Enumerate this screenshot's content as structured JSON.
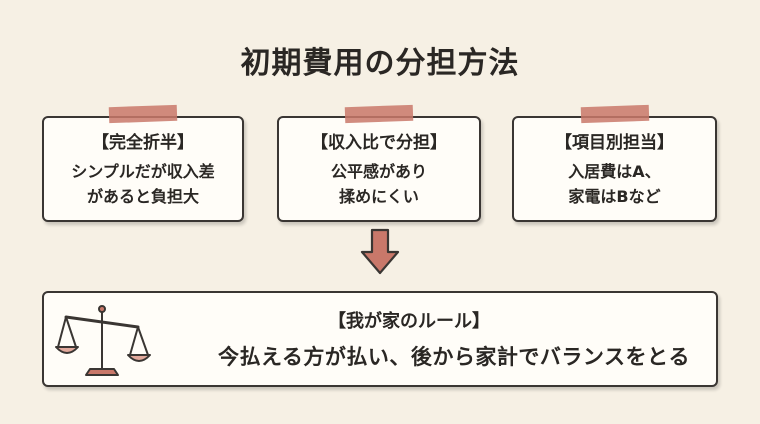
{
  "title": "初期費用の分担方法",
  "cards": [
    {
      "title": "【完全折半】",
      "lines": [
        "シンプルだが収入差",
        "があると負担大"
      ]
    },
    {
      "title": "【収入比で分担】",
      "lines": [
        "公平感があり",
        "揉めにくい"
      ]
    },
    {
      "title": "【項目別担当】",
      "lines": [
        "入居費はA、",
        "家電はBなど"
      ]
    }
  ],
  "rule": {
    "title": "【我が家のルール】",
    "text": "今払える方が払い、後から家計でバランスをとる"
  },
  "colors": {
    "background": "#f6f0e4",
    "tape": "#c9786a",
    "arrow": "#c9786a",
    "border": "#3a3633"
  },
  "icons": {
    "arrow": "down-arrow-icon",
    "scale": "balance-scale-icon"
  }
}
